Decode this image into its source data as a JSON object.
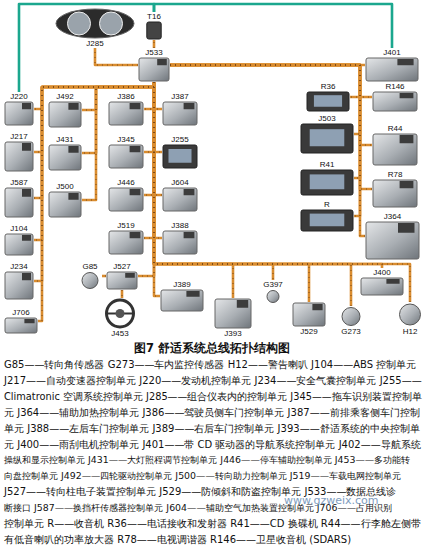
{
  "diagram": {
    "caption": "图7 舒适系统总线拓扑结构图",
    "nodes": [
      {
        "text": [
          "J285"
        ]
      },
      {
        "text": [
          "T16"
        ]
      },
      {
        "text": [
          "J533"
        ]
      },
      {
        "text": [
          "J401"
        ]
      },
      {
        "text": [
          "J220"
        ]
      },
      {
        "text": [
          "J217"
        ]
      },
      {
        "text": [
          "J587"
        ]
      },
      {
        "text": [
          "J104"
        ]
      },
      {
        "text": [
          "J234"
        ]
      },
      {
        "text": [
          "J706"
        ]
      },
      {
        "text": [
          "J492"
        ]
      },
      {
        "text": [
          "J431"
        ]
      },
      {
        "text": [
          "J500"
        ]
      },
      {
        "text": [
          "J386"
        ]
      },
      {
        "text": [
          "J387"
        ]
      },
      {
        "text": [
          "J345"
        ]
      },
      {
        "text": [
          "J255"
        ]
      },
      {
        "text": [
          "J446"
        ]
      },
      {
        "text": [
          "J604"
        ]
      },
      {
        "text": [
          "J519"
        ]
      },
      {
        "text": [
          "J388"
        ]
      },
      {
        "text": [
          "G85"
        ]
      },
      {
        "text": [
          "J527"
        ]
      },
      {
        "text": [
          "J453"
        ]
      },
      {
        "text": [
          "J389"
        ]
      },
      {
        "text": [
          "J393"
        ]
      },
      {
        "text": [
          "G397"
        ]
      },
      {
        "text": [
          "J529"
        ]
      },
      {
        "text": [
          "G273"
        ]
      },
      {
        "text": [
          "J400"
        ]
      },
      {
        "text": [
          "H12"
        ]
      },
      {
        "text": [
          "R36"
        ]
      },
      {
        "text": [
          "R146"
        ]
      },
      {
        "text": [
          "J503"
        ]
      },
      {
        "text": [
          "R44"
        ]
      },
      {
        "text": [
          "R41"
        ]
      },
      {
        "text": [
          "R78"
        ]
      },
      {
        "text": [
          "R"
        ]
      },
      {
        "text": [
          "J364"
        ]
      }
    ],
    "edges": [
      {
        "from": 2,
        "to": 1,
        "arrow": "none"
      },
      {
        "from": 2,
        "to": 0,
        "arrow": "none"
      },
      {
        "from": 1,
        "to": 3,
        "arrow": "none"
      },
      {
        "from": 1,
        "to": 4,
        "arrow": "none"
      },
      {
        "from": 2,
        "to": 4,
        "arrow": "none"
      },
      {
        "from": 2,
        "to": 5,
        "arrow": "none"
      },
      {
        "from": 2,
        "to": 6,
        "arrow": "none"
      },
      {
        "from": 2,
        "to": 7,
        "arrow": "none"
      },
      {
        "from": 2,
        "to": 8,
        "arrow": "none"
      },
      {
        "from": 2,
        "to": 9,
        "arrow": "none"
      },
      {
        "from": 2,
        "to": 10,
        "arrow": "none"
      },
      {
        "from": 2,
        "to": 11,
        "arrow": "none"
      },
      {
        "from": 2,
        "to": 12,
        "arrow": "none"
      },
      {
        "from": 2,
        "to": 13,
        "arrow": "none"
      },
      {
        "from": 2,
        "to": 15,
        "arrow": "none"
      },
      {
        "from": 2,
        "to": 17,
        "arrow": "none"
      },
      {
        "from": 2,
        "to": 19,
        "arrow": "none"
      },
      {
        "from": 2,
        "to": 14,
        "arrow": "none"
      },
      {
        "from": 2,
        "to": 16,
        "arrow": "none"
      },
      {
        "from": 2,
        "to": 18,
        "arrow": "none"
      },
      {
        "from": 2,
        "to": 20,
        "arrow": "none"
      },
      {
        "from": 2,
        "to": 22,
        "arrow": "none"
      },
      {
        "from": 22,
        "to": 21,
        "arrow": "none"
      },
      {
        "from": 22,
        "to": 23,
        "arrow": "none"
      },
      {
        "from": 2,
        "to": 24,
        "arrow": "none"
      },
      {
        "from": 2,
        "to": 25,
        "arrow": "none"
      },
      {
        "from": 2,
        "to": 26,
        "arrow": "none"
      },
      {
        "from": 2,
        "to": 27,
        "arrow": "none"
      },
      {
        "from": 2,
        "to": 28,
        "arrow": "none"
      },
      {
        "from": 2,
        "to": 29,
        "arrow": "none"
      },
      {
        "from": 2,
        "to": 30,
        "arrow": "none"
      },
      {
        "from": 2,
        "to": 3,
        "arrow": "none"
      },
      {
        "from": 2,
        "to": 31,
        "arrow": "none"
      },
      {
        "from": 2,
        "to": 32,
        "arrow": "none"
      },
      {
        "from": 2,
        "to": 33,
        "arrow": "none"
      },
      {
        "from": 2,
        "to": 34,
        "arrow": "none"
      },
      {
        "from": 2,
        "to": 35,
        "arrow": "none"
      },
      {
        "from": 2,
        "to": 36,
        "arrow": "none"
      },
      {
        "from": 2,
        "to": 37,
        "arrow": "none"
      },
      {
        "from": 2,
        "to": 38,
        "arrow": "none"
      }
    ],
    "labels": [
      "G85——转向角传感器 G273——车内监控传感器 H12——警告喇叭 J104——ABS 控制单元",
      "J217——自动变速器控制单元 J220——发动机控制单元 J234——安全气囊控制单元 J255——",
      "Climatronic 空调系统控制单元 J285——组合仪表内的控制单元 J345——拖车识别装置控制单",
      "元 J364——辅助加热控制单元 J386——驾驶员侧车门控制单元 J387——前排乘客侧车门控制",
      "单元 J388——左后车门控制单元 J389——右后车门控制单元 J393——舒适系统的中央控制单",
      "元 J400——雨刮电机控制单元 J401——带 CD 驱动器的导航系统控制单元 J402——导航系统",
      "操纵和显示控制单元 J431——大灯照程调节控制单元 J446——停车辅助控制单元 J453——多功能转",
      "向盘控制单元 J492——四轮驱动控制单元 J500——转向助力控制单元 J519——车载电网控制单元",
      "J527——转向柱电子装置控制单元 J529——防倾斜和防盗控制单元 J533——数据总线诊",
      "断接口 J587——换挡杆传感器控制单元 J604——辅助空气加热装置控制单元 J706——占用识别",
      "控制单元 R——收音机 R36——电话接收和发射器 R41——CD 换碟机 R44——行李舱左侧带",
      "有低音喇叭的功率放大器 R78——电视调谐器 R146——卫星收音机 (SDARS)",
      "www.gzweix.com"
    ]
  }
}
